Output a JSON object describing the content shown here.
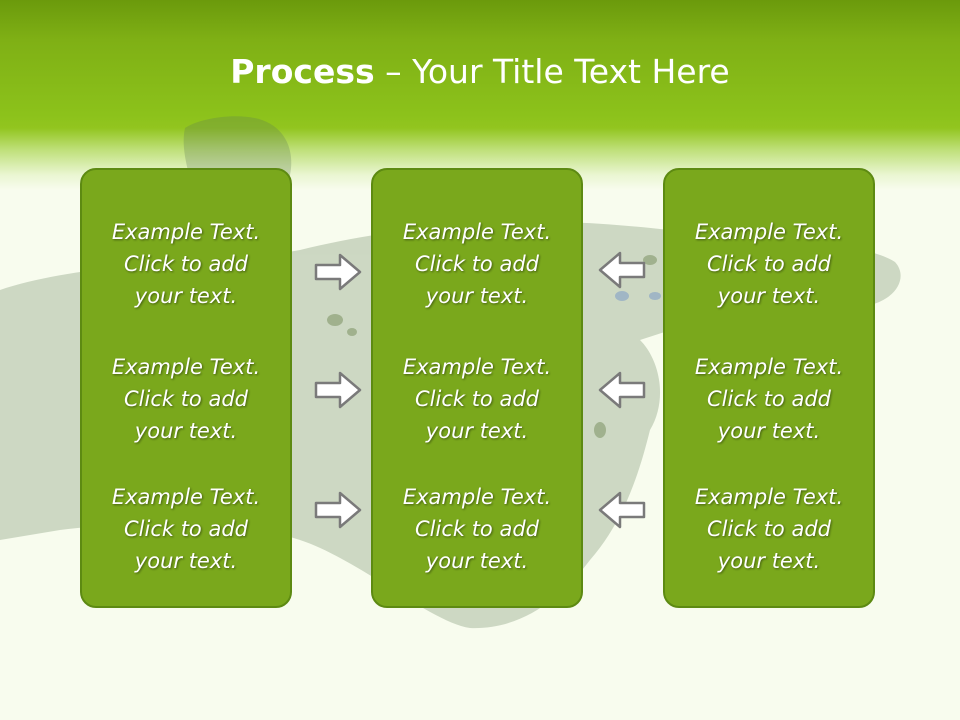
{
  "title": {
    "bold": "Process",
    "rest": " – Your Title Text Here"
  },
  "columns": [
    {
      "items": [
        [
          "Example Text.",
          "Click  to add",
          "your text."
        ],
        [
          "Example Text.",
          "Click  to add",
          "your text."
        ],
        [
          "Example Text.",
          "Click  to add",
          "your text."
        ]
      ]
    },
    {
      "items": [
        [
          "Example Text.",
          "Click  to add",
          "your text."
        ],
        [
          "Example Text.",
          "Click  to add",
          "your text."
        ],
        [
          "Example Text.",
          "Click  to add",
          "your text."
        ]
      ]
    },
    {
      "items": [
        [
          "Example Text.",
          "Click  to add",
          "your text."
        ],
        [
          "Example Text.",
          "Click  to add",
          "your text."
        ],
        [
          "Example Text.",
          "Click  to add",
          "your text."
        ]
      ]
    }
  ],
  "arrows": {
    "left_column": [
      "arrow-right-icon",
      "arrow-right-icon",
      "arrow-right-icon"
    ],
    "right_column": [
      "arrow-left-icon",
      "arrow-left-icon",
      "arrow-left-icon"
    ]
  },
  "colors": {
    "header_green": "#8cc21b",
    "box_fill": "#7aa81c",
    "box_border": "#5d8a12",
    "text": "#ffffff"
  }
}
